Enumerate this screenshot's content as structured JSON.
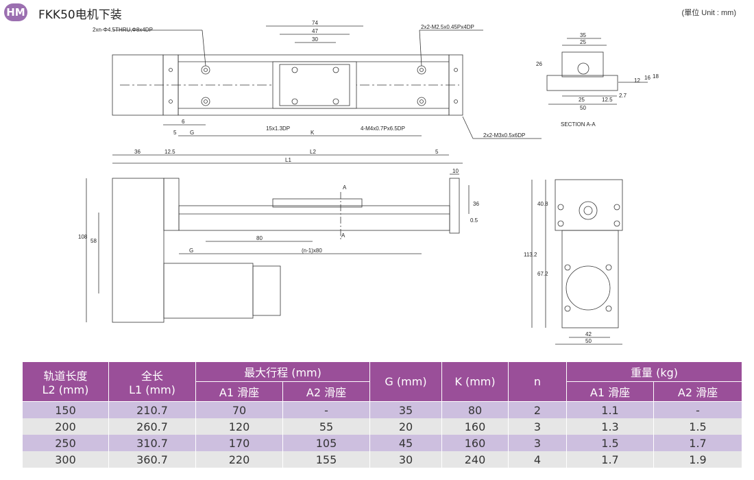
{
  "header": {
    "badge": "HM",
    "title": "FKK50电机下装",
    "unit": "(單位 Unit : mm)"
  },
  "drawing": {
    "top_view": {
      "note_holes": "2xn-Φ4.5THRU,Φ8x4DP",
      "note_m25": "2x2-M2.5x0.45Px4DP",
      "note_m4": "4-M4x0.7Px6.5DP",
      "note_m3": "2x2-M3x0.5x6DP",
      "dim_74": "74",
      "dim_47": "47",
      "dim_30": "30",
      "dim_6": "6",
      "dim_5a": "5",
      "dim_G": "G",
      "dim_15x13": "15x1.3DP",
      "dim_K": "K",
      "dim_36": "36",
      "dim_125": "12.5",
      "dim_L2": "L2",
      "dim_5b": "5",
      "dim_L1": "L1"
    },
    "section": {
      "dim_35": "35",
      "dim_25a": "25",
      "dim_26": "26",
      "dim_25b": "25",
      "dim_125": "12.5",
      "dim_27": "2.7",
      "dim_50": "50",
      "dim_12": "12",
      "dim_16": "16",
      "dim_18": "18",
      "label": "SECTION A-A"
    },
    "side_view": {
      "dim_108": "108",
      "dim_58": "58",
      "dim_80": "80",
      "dim_G": "G",
      "dim_n1x80": "(n-1)x80",
      "dim_10": "10",
      "dim_36": "36",
      "dim_05": "0.5",
      "label_A1": "A",
      "label_A2": "A"
    },
    "end_view": {
      "dim_408": "40.8",
      "dim_1132": "113.2",
      "dim_672": "67.2",
      "dim_42": "42",
      "dim_50": "50"
    }
  },
  "table": {
    "headers": {
      "l2": "轨道长度",
      "l2_unit": "L2 (mm)",
      "l1": "全长",
      "l1_unit": "L1 (mm)",
      "stroke": "最大行程 (mm)",
      "a1": "A1 滑座",
      "a2": "A2 滑座",
      "g": "G (mm)",
      "k": "K (mm)",
      "n": "n",
      "weight": "重量 (kg)",
      "wa1": "A1 滑座",
      "wa2": "A2 滑座"
    },
    "rows": [
      [
        "150",
        "210.7",
        "70",
        "-",
        "35",
        "80",
        "2",
        "1.1",
        "-"
      ],
      [
        "200",
        "260.7",
        "120",
        "55",
        "20",
        "160",
        "3",
        "1.3",
        "1.5"
      ],
      [
        "250",
        "310.7",
        "170",
        "105",
        "45",
        "160",
        "3",
        "1.5",
        "1.7"
      ],
      [
        "300",
        "360.7",
        "220",
        "155",
        "30",
        "240",
        "4",
        "1.7",
        "1.9"
      ]
    ]
  }
}
